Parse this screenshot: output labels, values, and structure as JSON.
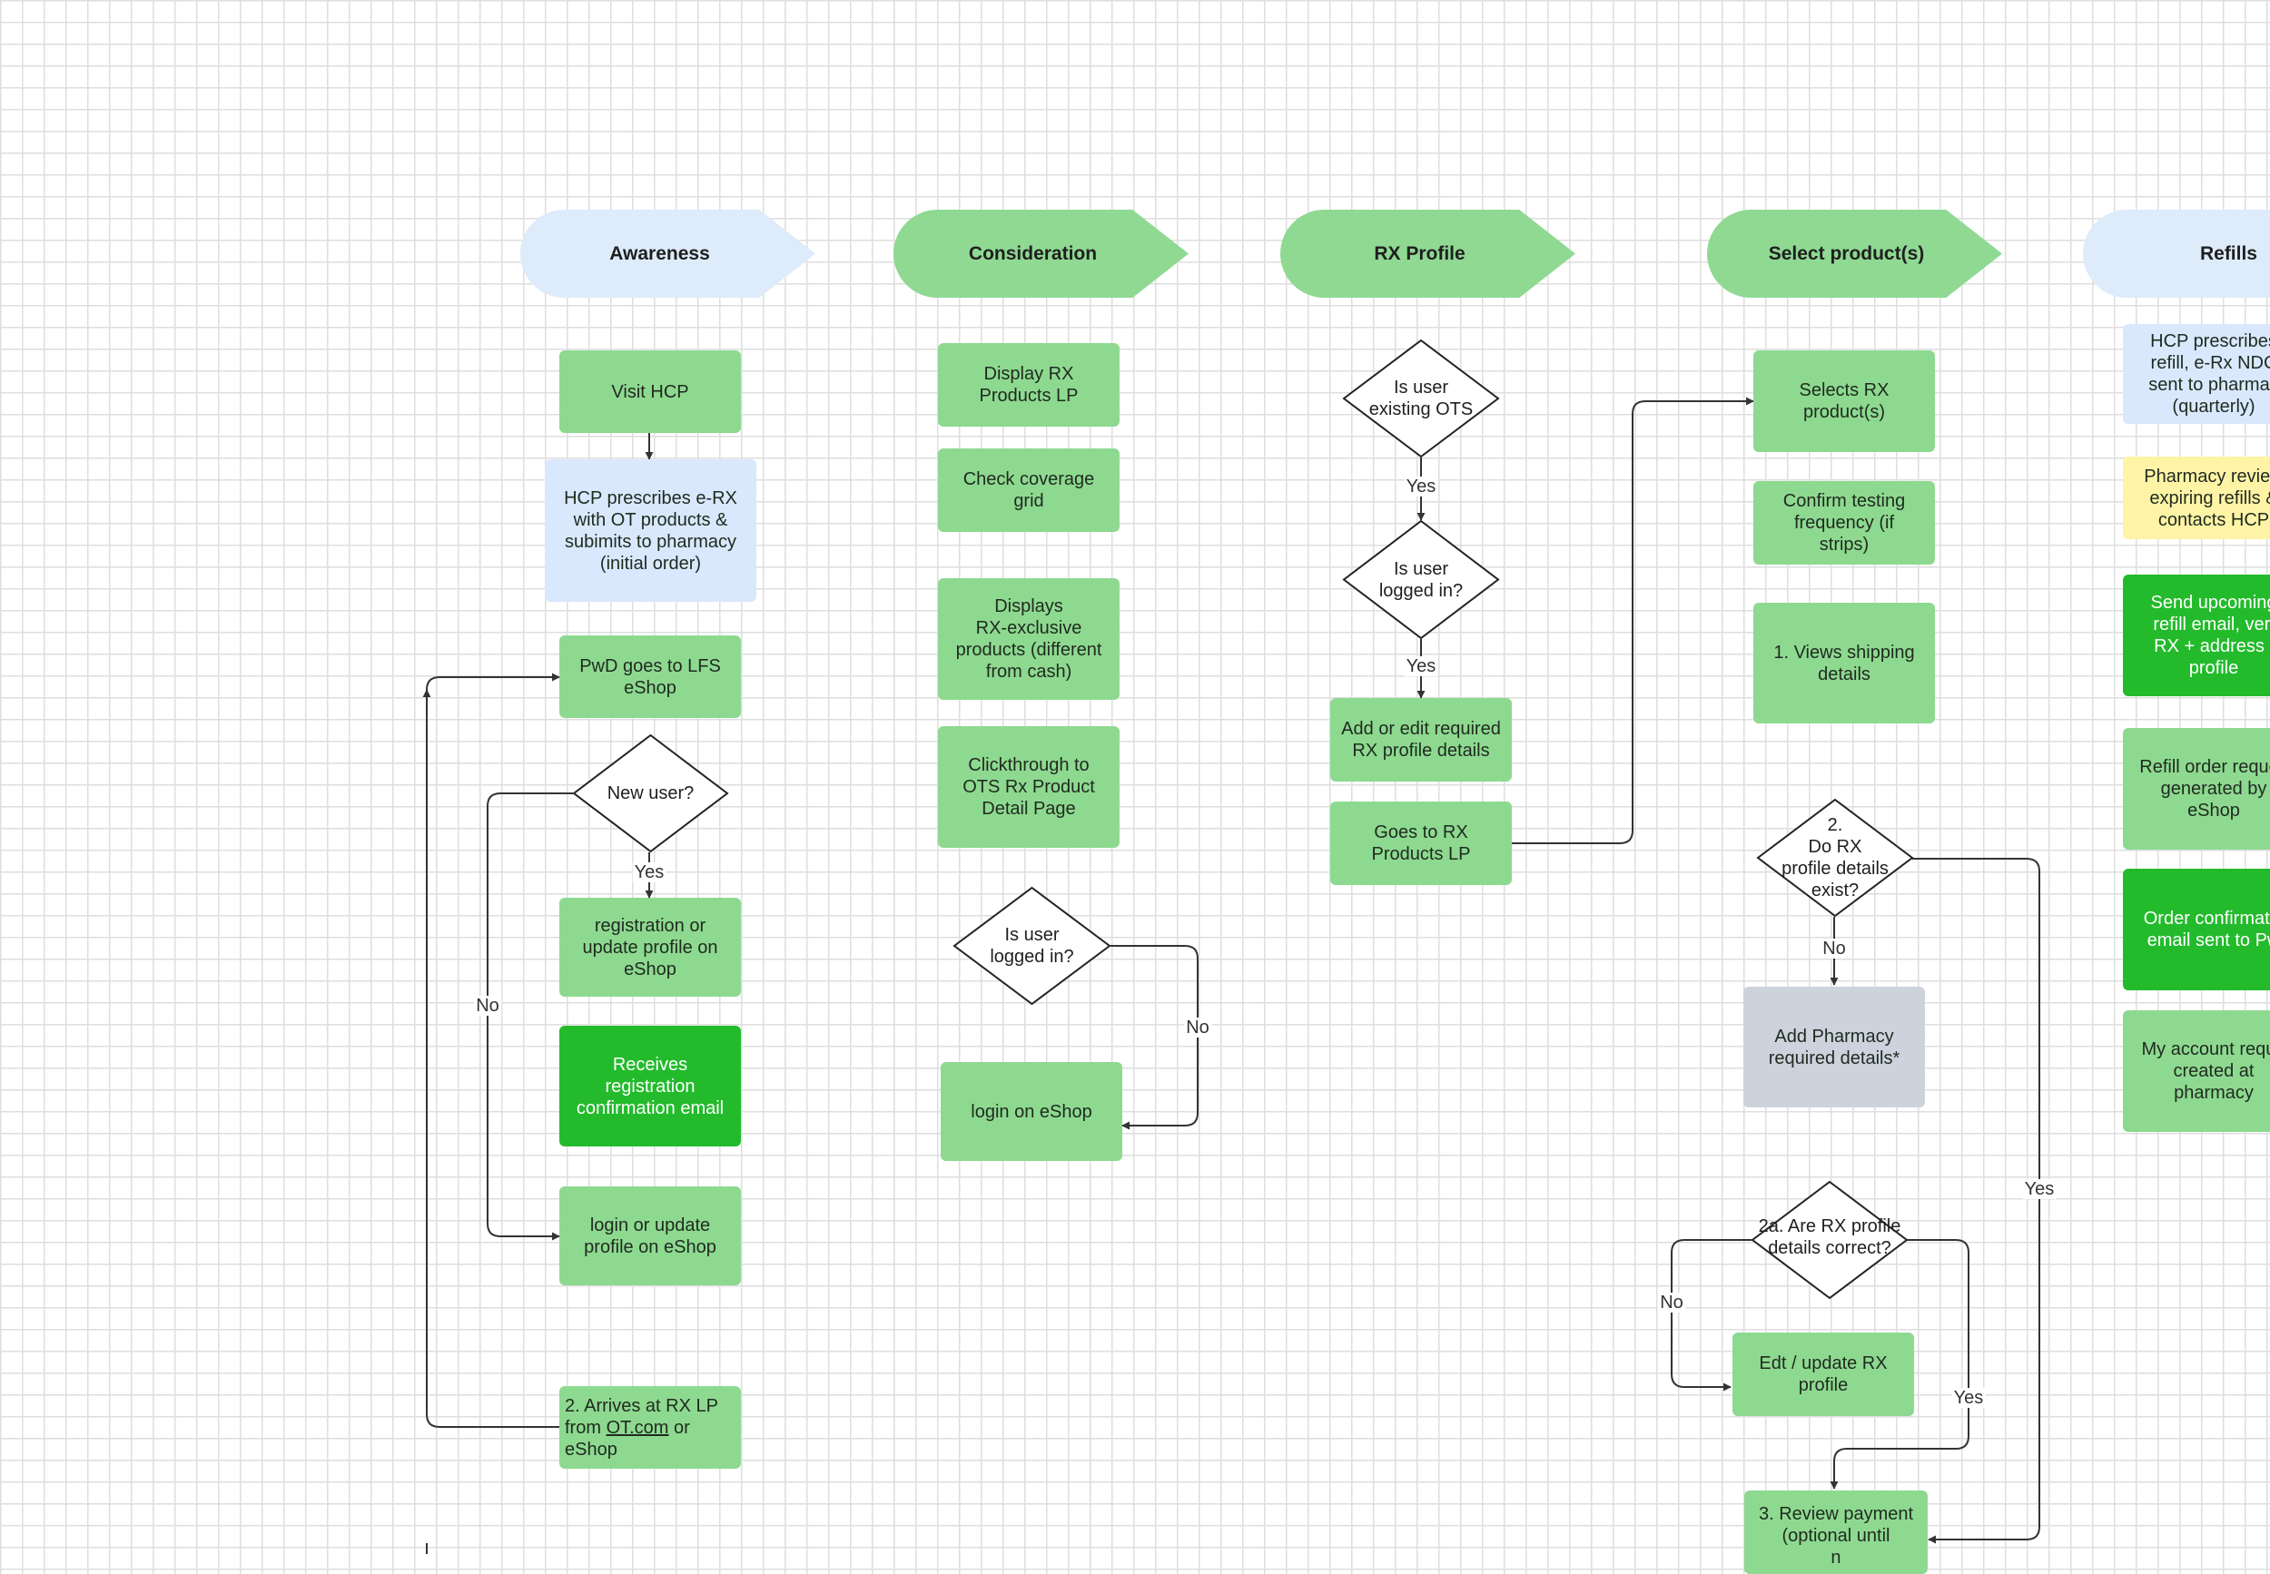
{
  "phases": {
    "awareness": "Awareness",
    "consideration": "Consideration",
    "rx_profile": "RX Profile",
    "select_products": "Select product(s)",
    "refills": "Refills"
  },
  "awareness": {
    "visit_hcp": "Visit HCP",
    "hcp_prescribes": "HCP prescribes e-RX\nwith OT products &\nsubimits to pharmacy\n(initial order)",
    "pwd_goes": "PwD goes to LFS\neShop",
    "new_user": "New user?",
    "registration": "registration or\nupdate profile on\neShop",
    "receives_email": "Receives\nregistration\nconfirmation email",
    "login_update": "login or update\nprofile on eShop",
    "arrives_prefix": "2. Arrives at RX LP\nfrom ",
    "arrives_link": "OT.com",
    "arrives_suffix": " or\neShop"
  },
  "consideration": {
    "display_rx": "Display RX\nProducts LP",
    "check_coverage": "Check coverage\ngrid",
    "displays_exclusive": "Displays\nRX-exclusive\nproducts (different\nfrom cash)",
    "clickthrough": "Clickthrough to\nOTS Rx Product\nDetail Page",
    "is_logged_in": "Is user\nlogged in?",
    "login_eshop": "login on eShop"
  },
  "rx_profile": {
    "existing_ots": "Is user\nexisting OTS",
    "is_logged_in": "Is user\nlogged in?",
    "add_edit": "Add or edit required\nRX profile details",
    "goes_to": "Goes to RX\nProducts LP"
  },
  "select": {
    "selects_rx": "Selects RX\nproduct(s)",
    "confirm_testing": "Confirm testing\nfrequency (if\nstrips)",
    "views_shipping": "1. Views shipping\ndetails",
    "profile_exist": "2.\nDo RX\nprofile details\nexist?",
    "add_pharmacy": "Add Pharmacy\nrequired details*",
    "correct": "2a. Are RX profile\ndetails correct?",
    "edit_update": "Edt / update RX\nprofile",
    "review_payment": "3. Review payment\n(optional until\nn"
  },
  "refills": {
    "hcp_refill": "HCP prescribes\nrefill, e-Rx NDC\nsent to pharmac\n(quarterly)",
    "pharmacy_reviews": "Pharmacy review\nexpiring refills &\ncontacts HCP",
    "send_upcoming": "Send upcoming\nrefill email, veri\nRX + address i\nprofile",
    "refill_order": "Refill order reques\ngenerated by\neShop",
    "order_confirmation": "Order confirmatio\nemail sent to Pw",
    "my_account": "My account reque\ncreated at\npharmacy"
  },
  "labels": {
    "yes": "Yes",
    "no": "No"
  },
  "colors": {
    "phase_green": "#8fd993",
    "phase_light": "#ddebfa",
    "box_green": "#8ed990",
    "box_dark_green": "#23bb2c",
    "box_light_blue": "#d9e8fc",
    "box_yellow": "#fff4a6",
    "box_gray": "#ccd3dd",
    "connector": "#333333"
  }
}
